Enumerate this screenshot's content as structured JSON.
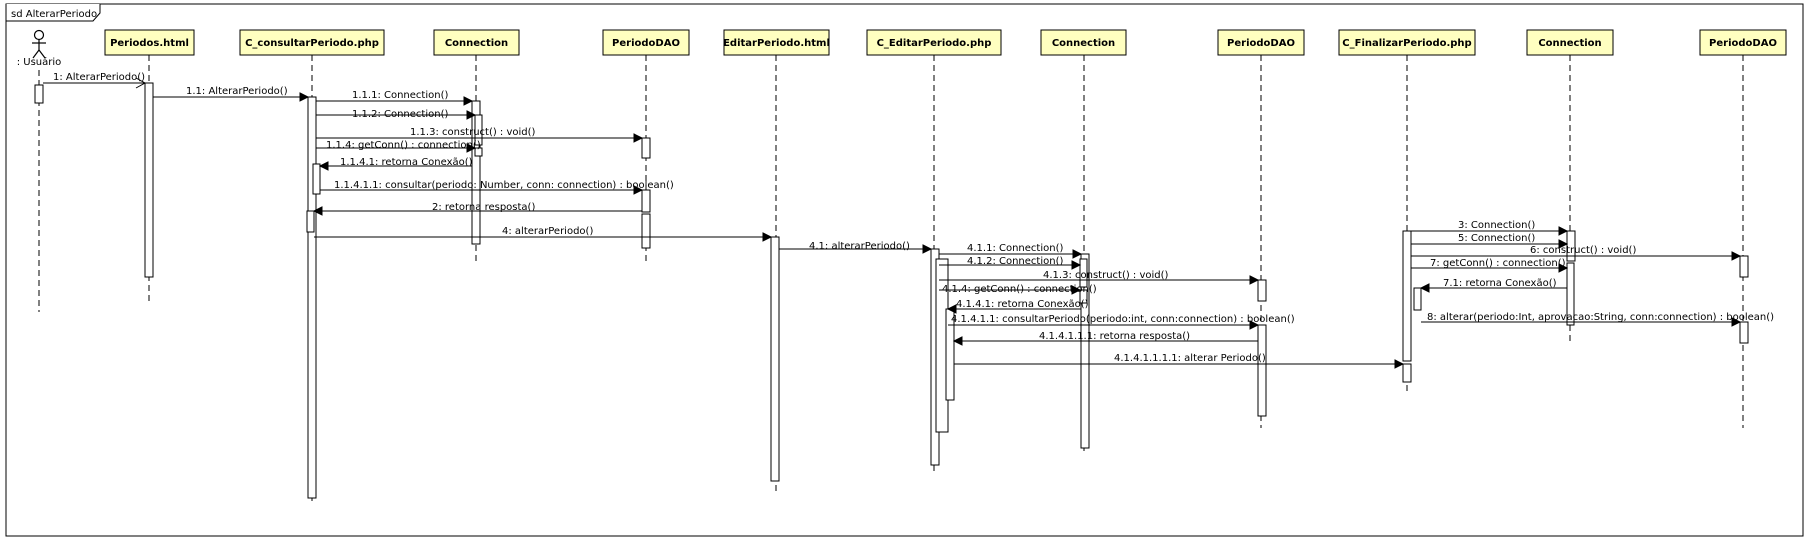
{
  "frame": {
    "label": "sd AlterarPeriodo"
  },
  "actor": {
    "name": ": Usuário",
    "icon": "stick-figure-actor-icon"
  },
  "lifelines": [
    {
      "id": "periodos_html",
      "label": "Periodos.html"
    },
    {
      "id": "c_consultar",
      "label": "C_consultarPeriodo.php"
    },
    {
      "id": "connection_1",
      "label": "Connection"
    },
    {
      "id": "periododao_1",
      "label": "PeriodoDAO"
    },
    {
      "id": "editar_html",
      "label": "EditarPeriodo.html"
    },
    {
      "id": "c_editar",
      "label": "C_EditarPeriodo.php"
    },
    {
      "id": "connection_2",
      "label": "Connection"
    },
    {
      "id": "periododao_2",
      "label": "PeriodoDAO"
    },
    {
      "id": "c_finalizar",
      "label": "C_FinalizarPeriodo.php"
    },
    {
      "id": "connection_3",
      "label": "Connection"
    },
    {
      "id": "periododao_3",
      "label": "PeriodoDAO"
    }
  ],
  "messages": [
    {
      "label": "1: AlterarPeriodo()",
      "type": "async"
    },
    {
      "label": "1.1: AlterarPeriodo()",
      "type": "sync"
    },
    {
      "label": "1.1.1: Connection()",
      "type": "sync"
    },
    {
      "label": "1.1.2: Connection()",
      "type": "sync"
    },
    {
      "label": "1.1.3: construct() : void()",
      "type": "sync"
    },
    {
      "label": "1.1.4: getConn() : connection()",
      "type": "sync"
    },
    {
      "label": "1.1.4.1: retorna Conexão()",
      "type": "reply"
    },
    {
      "label": "1.1.4.1.1: consultar(periodo: Number, conn: connection) : boolean()",
      "type": "sync"
    },
    {
      "label": "2: retorna resposta()",
      "type": "reply"
    },
    {
      "label": "4: alterarPeriodo()",
      "type": "sync"
    },
    {
      "label": "4.1: alterarPeriodo()",
      "type": "sync"
    },
    {
      "label": "4.1.1: Connection()",
      "type": "sync"
    },
    {
      "label": "4.1.2: Connection()",
      "type": "sync"
    },
    {
      "label": "4.1.3: construct() : void()",
      "type": "sync"
    },
    {
      "label": "4.1.4: getConn() : connection()",
      "type": "sync"
    },
    {
      "label": "4.1.4.1: retorna Conexão()",
      "type": "reply"
    },
    {
      "label": "4.1.4.1.1: consultarPeriodo(periodo:int, conn:connection) : boolean()",
      "type": "sync"
    },
    {
      "label": "4.1.4.1.1.1: retorna resposta()",
      "type": "reply"
    },
    {
      "label": "4.1.4.1.1.1.1: alterar Periodo()",
      "type": "sync"
    },
    {
      "label": "3: Connection()",
      "type": "sync"
    },
    {
      "label": "5: Connection()",
      "type": "sync"
    },
    {
      "label": "6: construct() : void()",
      "type": "sync"
    },
    {
      "label": "7: getConn() : connection()",
      "type": "sync"
    },
    {
      "label": "7.1: retorna Conexão()",
      "type": "reply"
    },
    {
      "label": "8: alterar(periodo:Int, aprovacao:String, conn:connection) : boolean()",
      "type": "sync"
    }
  ],
  "colors": {
    "header_fill": "#ffffc0",
    "line": "#000000",
    "background": "#ffffff"
  }
}
